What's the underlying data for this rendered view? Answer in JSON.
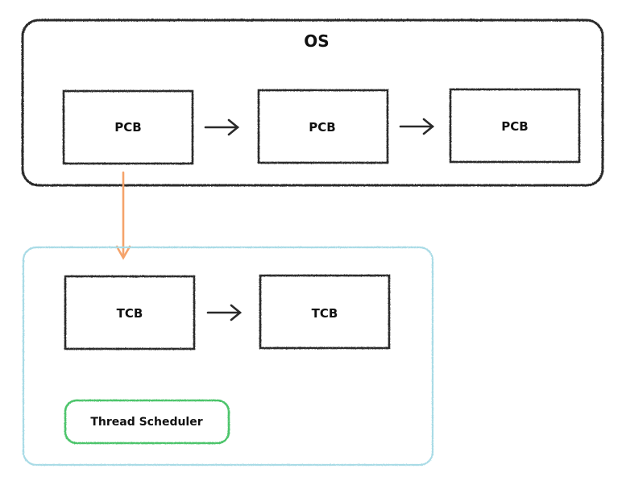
{
  "os": {
    "title": "OS",
    "pcbs": [
      "PCB",
      "PCB",
      "PCB"
    ],
    "border_color": "#2a2a2a"
  },
  "thread_space": {
    "tcbs": [
      "TCB",
      "TCB"
    ],
    "scheduler_label": "Thread Scheduler",
    "border_color": "#a9dbe6",
    "scheduler_border_color": "#4cc46a"
  },
  "link_arrow": {
    "color": "#f5a36b"
  }
}
